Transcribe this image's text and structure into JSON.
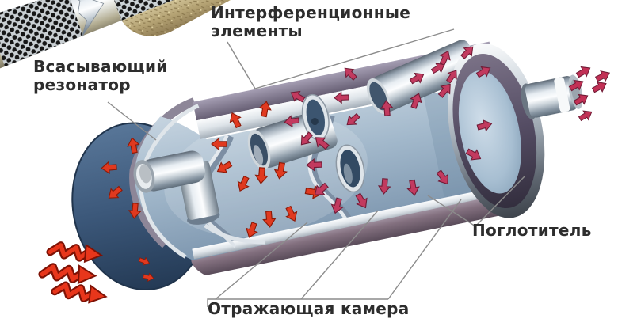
{
  "labels": {
    "interference": {
      "text": "Интерференционные\nэлементы"
    },
    "resonator": {
      "text": "Всасывающий\nрезонатор"
    },
    "absorber": {
      "text": "Поглотитель"
    },
    "chamber": {
      "text": "Отражающая камера"
    }
  },
  "colors": {
    "background": "#ffffff",
    "label_text": "#2d2d2d",
    "leader_line": "#8c8c8c",
    "arrow_red": "#e0391f",
    "arrow_red_outline": "#8c1a08",
    "arrow_crimson": "#c23a5f",
    "arrow_crimson_outline": "#701c36",
    "interior_blue": "#a2b8cb",
    "cap_left_blue": "#3c587a",
    "cap_right_purple": "#554d64",
    "shell_top_purple": "#8d8698",
    "shell_bottom_mauve": "#83707f",
    "chrome_light": "#fcfdfe",
    "chrome_dark": "#5f6d7a",
    "absorber_tan": "#b4a273",
    "perforation_black": "#161616"
  }
}
